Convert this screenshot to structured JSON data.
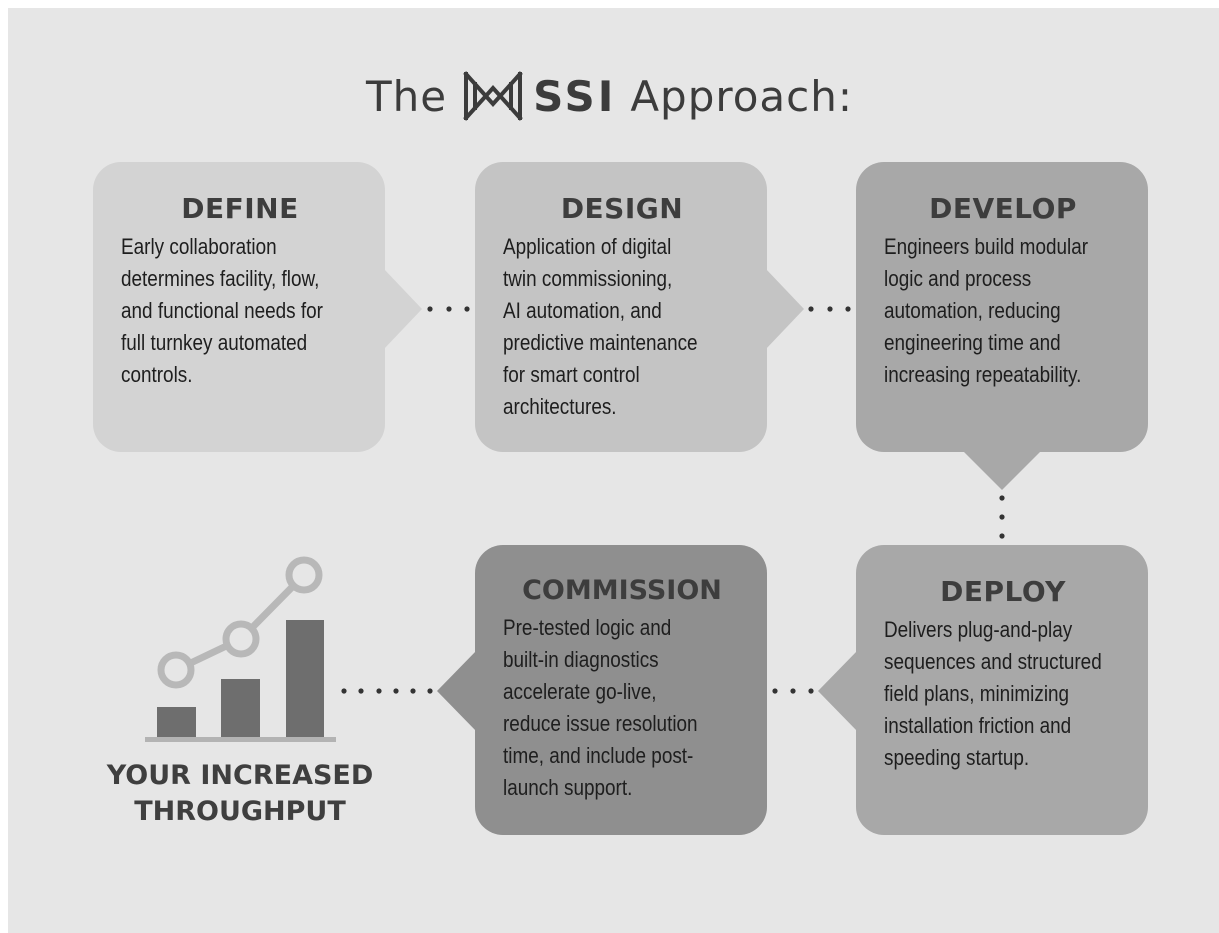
{
  "title": {
    "prefix": "The",
    "brand": "SSI",
    "suffix": "Approach:",
    "logo_icon": "ssi-m-logo-icon"
  },
  "steps": [
    {
      "key": "define",
      "heading": "DEFINE",
      "lines": [
        "Early collaboration",
        "determines facility, flow,",
        "and functional needs for",
        "full turnkey automated",
        "controls."
      ],
      "color": "#d3d3d3"
    },
    {
      "key": "design",
      "heading": "DESIGN",
      "lines": [
        "Application of digital",
        "twin commissioning,",
        "AI automation, and",
        "predictive maintenance",
        "for smart control",
        "architectures."
      ],
      "color": "#c4c4c4"
    },
    {
      "key": "develop",
      "heading": "DEVELOP",
      "lines": [
        "Engineers build modular",
        "logic and process",
        "automation, reducing",
        "engineering time and",
        "increasing repeatability."
      ],
      "color": "#a8a8a8"
    },
    {
      "key": "deploy",
      "heading": "DEPLOY",
      "lines": [
        "Delivers plug-and-play",
        "sequences and structured",
        "field plans, minimizing",
        "installation friction and",
        "speeding startup."
      ],
      "color": "#a8a8a8"
    },
    {
      "key": "commission",
      "heading": "COMMISSION",
      "lines": [
        "Pre-tested logic and",
        "built-in diagnostics",
        "accelerate go-live,",
        "reduce issue resolution",
        "time, and include post-",
        "launch support."
      ],
      "color": "#8f8f8f"
    }
  ],
  "outcome": {
    "icon": "growth-chart-icon",
    "lines": [
      "YOUR INCREASED",
      "THROUGHPUT"
    ]
  }
}
